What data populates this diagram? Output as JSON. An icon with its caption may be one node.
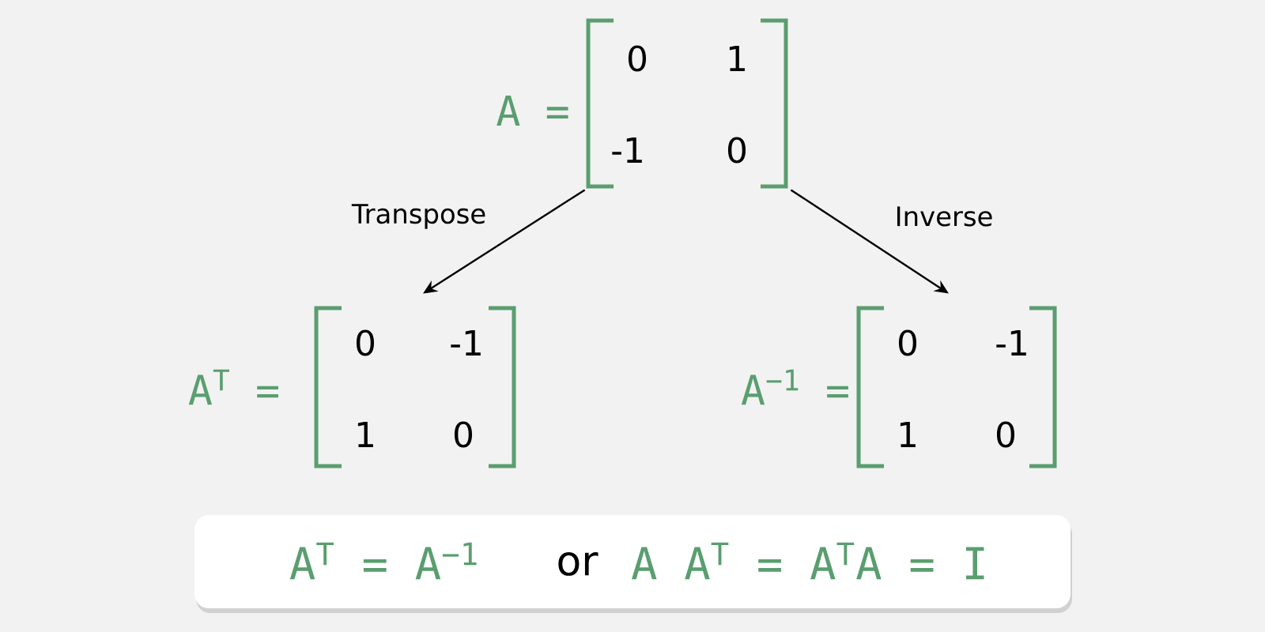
{
  "diagram": {
    "nodes": [
      {
        "text": [
          "A =",
          "0",
          "1",
          "-1",
          "0"
        ]
      },
      {
        "text": [
          "A$^{T}$ =",
          "0",
          "-1",
          "1",
          "0"
        ]
      },
      {
        "text": [
          "A$^{−1}$ =",
          "0",
          "-1",
          "1",
          "0"
        ]
      },
      {
        "text": [
          "A$^{T}$ = A$^{−1}$",
          "or",
          "A A$^{T}$ = A$^{T}$A = I"
        ]
      }
    ],
    "edges": [
      {
        "from": 0,
        "to": 1,
        "arrow": "to",
        "label": "Transpose"
      },
      {
        "from": 0,
        "to": 2,
        "arrow": "to",
        "label": "Inverse"
      }
    ]
  }
}
